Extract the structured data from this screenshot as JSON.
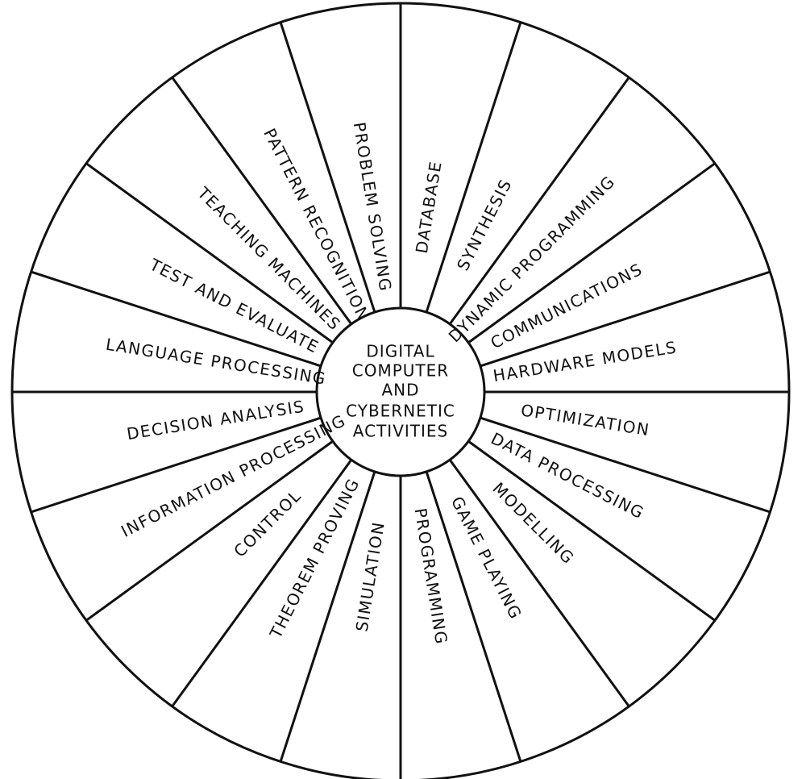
{
  "diagram": {
    "center": {
      "lines": [
        "DIGITAL",
        "COMPUTER",
        "AND",
        "CYBERNETIC",
        "ACTIVITIES"
      ]
    },
    "segments": [
      {
        "label": "DATABASE"
      },
      {
        "label": "SYNTHESIS"
      },
      {
        "label": "DYNAMIC PROGRAMMING"
      },
      {
        "label": "COMMUNICATIONS"
      },
      {
        "label": "HARDWARE MODELS"
      },
      {
        "label": "OPTIMIZATION"
      },
      {
        "label": "DATA PROCESSING"
      },
      {
        "label": "MODELLING"
      },
      {
        "label": "GAME PLAYING"
      },
      {
        "label": "PROGRAMMING"
      },
      {
        "label": "SIMULATION"
      },
      {
        "label": "THEOREM PROVING"
      },
      {
        "label": "CONTROL"
      },
      {
        "label": "INFORMATION PROCESSING"
      },
      {
        "label": "DECISION ANALYSIS"
      },
      {
        "label": "LANGUAGE PROCESSING"
      },
      {
        "label": "TEST AND EVALUATE"
      },
      {
        "label": "TEACHING MACHINES"
      },
      {
        "label": "PATTERN RECOGNITION"
      },
      {
        "label": "PROBLEM SOLVING"
      }
    ],
    "colors": {
      "ink": "#111111",
      "paper": "#ffffff"
    }
  }
}
